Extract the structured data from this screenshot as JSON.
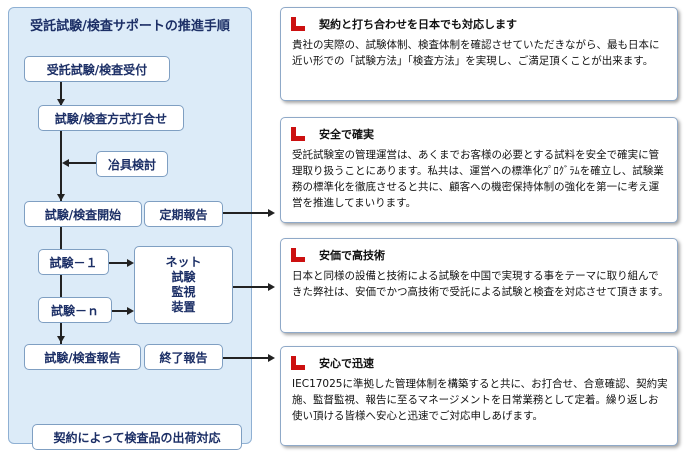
{
  "flow": {
    "title": "受託試験/検査サポートの推進手順",
    "steps": {
      "accept": "受託試験/検査受付",
      "meeting": "試験/検査方式打合せ",
      "jig": "冶具検討",
      "start": "試験/検査開始",
      "periodic": "定期報告",
      "test1": "試験－１",
      "testn": "試験－ｎ",
      "net": [
        "ネット",
        "試験",
        "監視",
        "装置"
      ],
      "report": "試験/検査報告",
      "final": "終了報告",
      "ship": "契約によって検査品の出荷対応"
    }
  },
  "cards": [
    {
      "title": "契約と打ち合わせを日本でも対応します",
      "body": "貴社の実際の、試験体制、検査体制を確認させていただきながら、最も日本に近い形での「試験方法」「検査方法」を実現し、ご満足頂くことが出来ます。"
    },
    {
      "title": "安全で確実",
      "body": "受託試験室の管理運営は、あくまでお客様の必要とする試料を安全で確実に管理取り扱うことにあります。私共は、運営への標準化ﾌﾟﾛｸﾞﾗﾑを確立し、試験業務の標準化を徹底させると共に、顧客への機密保持体制の強化を第一に考え運営を推進してまいります。"
    },
    {
      "title": "安価で高技術",
      "body": "日本と同様の設備と技術による試験を中国で実現する事をテーマに取り組んできた弊社は、安価でかつ高技術で受託による試験と検査を対応させて頂きます。"
    },
    {
      "title": "安心で迅速",
      "body": "IEC17025に準拠した管理体制を構築すると共に、お打合せ、合意確認、契約実施、監督監視、報告に至るマネージメントを日常業務として定着。繰り返しお使い頂ける皆様へ安心と迅速でご対応申しあげます。"
    }
  ],
  "colors": {
    "accent": "#cc1010",
    "step_text": "#1c2f66",
    "panel": "#dcebf8"
  }
}
